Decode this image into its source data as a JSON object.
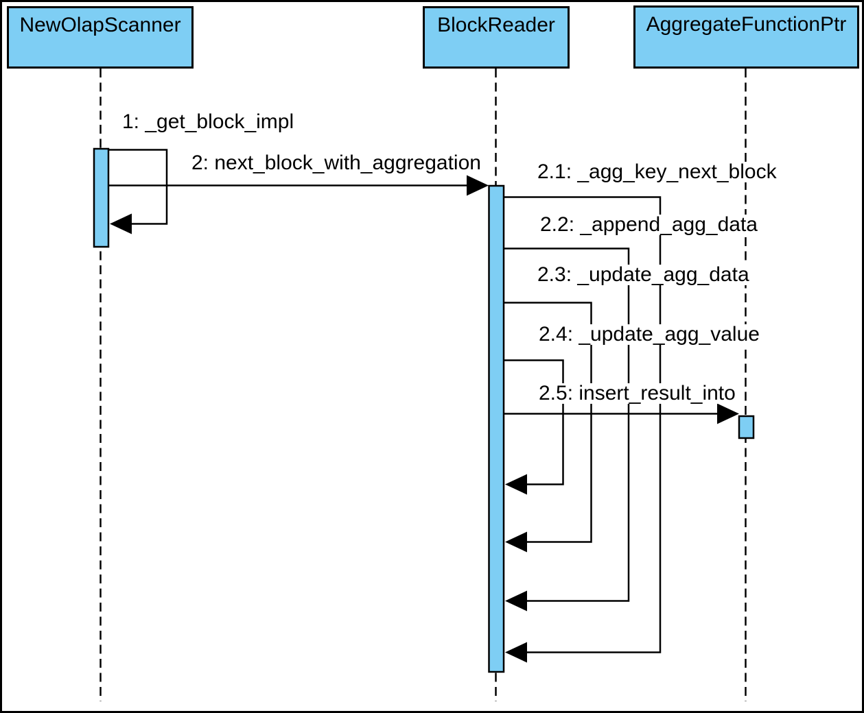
{
  "actors": [
    {
      "name": "NewOlapScanner"
    },
    {
      "name": "BlockReader"
    },
    {
      "name": "AggregateFunctionPtr"
    }
  ],
  "messages": [
    {
      "label": "1: _get_block_impl",
      "from": "NewOlapScanner",
      "to": "NewOlapScanner",
      "kind": "self-call"
    },
    {
      "label": "2: next_block_with_aggregation",
      "from": "NewOlapScanner",
      "to": "BlockReader",
      "kind": "call"
    },
    {
      "label": "2.1: _agg_key_next_block",
      "from": "BlockReader",
      "to": "BlockReader",
      "kind": "self-call"
    },
    {
      "label": "2.2: _append_agg_data",
      "from": "BlockReader",
      "to": "BlockReader",
      "kind": "self-call"
    },
    {
      "label": "2.3: _update_agg_data",
      "from": "BlockReader",
      "to": "BlockReader",
      "kind": "self-call"
    },
    {
      "label": "2.4: _update_agg_value",
      "from": "BlockReader",
      "to": "BlockReader",
      "kind": "self-call"
    },
    {
      "label": "2.5: insert_result_into",
      "from": "BlockReader",
      "to": "AggregateFunctionPtr",
      "kind": "call"
    }
  ],
  "colors": {
    "actor_fill": "#7ECEF4",
    "line": "#000000",
    "background": "#FFFFFF"
  }
}
